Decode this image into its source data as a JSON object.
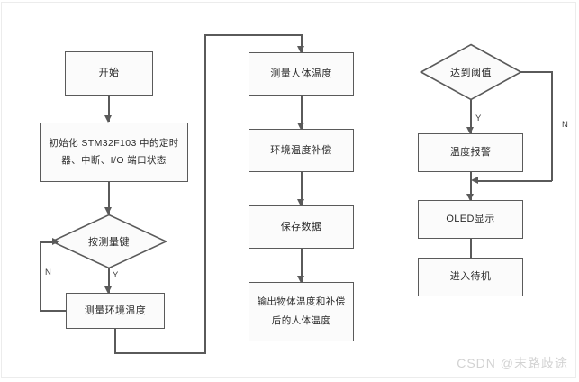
{
  "figure": {
    "type": "flowchart",
    "background_color": "#ffffff",
    "node_fill": "#fbfbfb",
    "node_stroke": "#5a5a5a",
    "text_color": "#2b2b2b"
  },
  "columns": {
    "left": {
      "nodes": [
        {
          "id": "start",
          "shape": "rect",
          "label": "开始"
        },
        {
          "id": "init",
          "shape": "rect",
          "label": "初始化 STM32F103 中的定时器、中断、I/O 端口状态"
        },
        {
          "id": "press_key",
          "shape": "diamond",
          "label": "按测量键"
        },
        {
          "id": "measure_ambient",
          "shape": "rect",
          "label": "测量环境温度"
        }
      ],
      "edge_labels": {
        "no": "N",
        "yes": "Y"
      }
    },
    "middle": {
      "nodes": [
        {
          "id": "measure_body",
          "shape": "rect",
          "label": "测量人体温度"
        },
        {
          "id": "ambient_compensation",
          "shape": "rect",
          "label": "环境温度补偿"
        },
        {
          "id": "save_data",
          "shape": "rect",
          "label": "保存数据"
        },
        {
          "id": "output_temps",
          "shape": "rect",
          "label": "输出物体温度和补偿后的人体温度"
        }
      ]
    },
    "right": {
      "nodes": [
        {
          "id": "threshold",
          "shape": "diamond",
          "label": "达到阈值"
        },
        {
          "id": "temp_alarm",
          "shape": "rect",
          "label": "温度报警"
        },
        {
          "id": "oled_display",
          "shape": "rect",
          "label": "OLED显示"
        },
        {
          "id": "standby",
          "shape": "rect",
          "label": "进入待机"
        }
      ],
      "edge_labels": {
        "yes": "Y",
        "no": "N"
      }
    }
  },
  "watermark": {
    "text": "CSDN @末路歧途"
  }
}
